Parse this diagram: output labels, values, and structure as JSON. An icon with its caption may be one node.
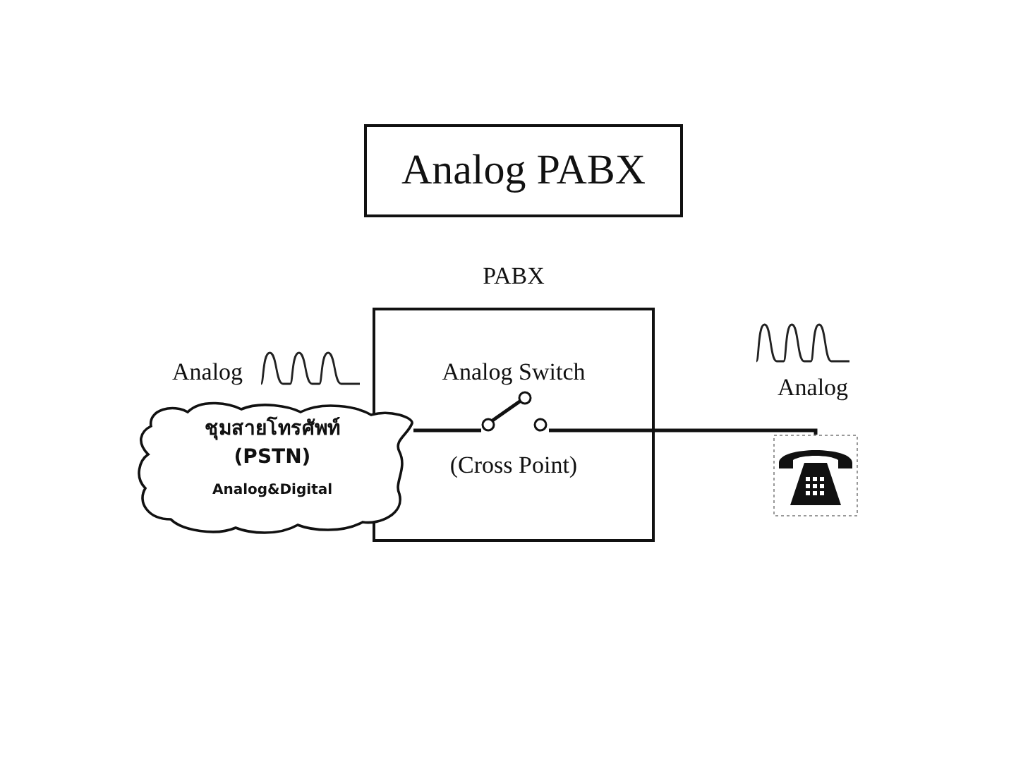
{
  "diagram": {
    "nodes": [
      {
        "text": [
          "Analog PABX"
        ]
      },
      {
        "text": [
          "PABX",
          "Analog Switch",
          "(Cross Point)"
        ]
      },
      {
        "text": [
          "ชุมสายโทรศัพท์ (PSTN)",
          "Analog&Digital"
        ]
      },
      {
        "text": [],
        "shape": "switch",
        "in": 1
      },
      {
        "text": [],
        "shape": "telephone"
      }
    ],
    "edges": [
      {
        "from": 2,
        "to": 3,
        "arrow": "none"
      },
      {
        "from": 3,
        "to": 4,
        "arrow": "none"
      }
    ],
    "labels": [
      "Analog",
      "Analog"
    ]
  }
}
